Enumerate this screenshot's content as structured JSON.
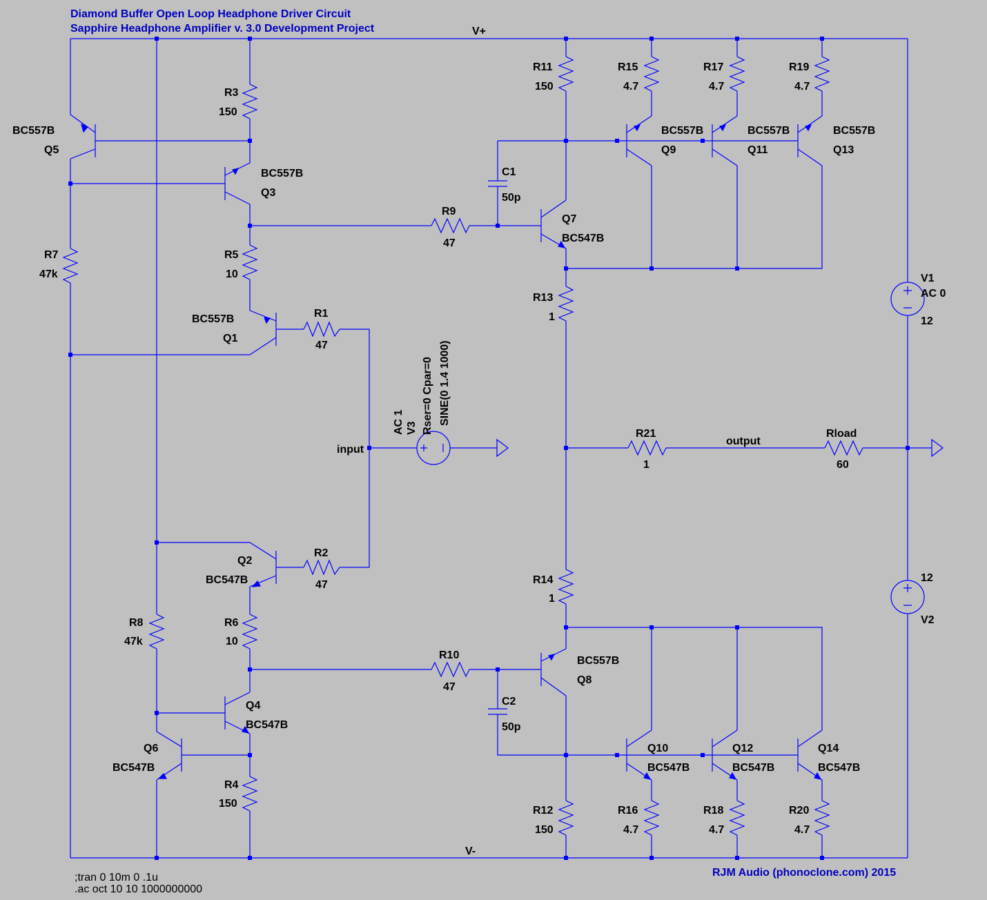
{
  "title": {
    "line1": "Diamond Buffer Open Loop Headphone Driver Circuit",
    "line2": "Sapphire Headphone Amplifier v. 3.0 Development Project"
  },
  "credit": "RJM Audio (phonoclone.com) 2015",
  "directives": {
    "tran": ";tran 0 10m 0 .1u",
    "ac": ".ac oct 10 10 1000000000"
  },
  "nets": {
    "vplus": "V+",
    "vminus": "V-",
    "input": "input",
    "output": "output"
  },
  "resistors": {
    "R1": {
      "name": "R1",
      "value": "47"
    },
    "R2": {
      "name": "R2",
      "value": "47"
    },
    "R3": {
      "name": "R3",
      "value": "150"
    },
    "R4": {
      "name": "R4",
      "value": "150"
    },
    "R5": {
      "name": "R5",
      "value": "10"
    },
    "R6": {
      "name": "R6",
      "value": "10"
    },
    "R7": {
      "name": "R7",
      "value": "47k"
    },
    "R8": {
      "name": "R8",
      "value": "47k"
    },
    "R9": {
      "name": "R9",
      "value": "47"
    },
    "R10": {
      "name": "R10",
      "value": "47"
    },
    "R11": {
      "name": "R11",
      "value": "150"
    },
    "R12": {
      "name": "R12",
      "value": "150"
    },
    "R13": {
      "name": "R13",
      "value": "1"
    },
    "R14": {
      "name": "R14",
      "value": "1"
    },
    "R15": {
      "name": "R15",
      "value": "4.7"
    },
    "R16": {
      "name": "R16",
      "value": "4.7"
    },
    "R17": {
      "name": "R17",
      "value": "4.7"
    },
    "R18": {
      "name": "R18",
      "value": "4.7"
    },
    "R19": {
      "name": "R19",
      "value": "4.7"
    },
    "R20": {
      "name": "R20",
      "value": "4.7"
    },
    "R21": {
      "name": "R21",
      "value": "1"
    },
    "Rload": {
      "name": "Rload",
      "value": "60"
    }
  },
  "capacitors": {
    "C1": {
      "name": "C1",
      "value": "50p"
    },
    "C2": {
      "name": "C2",
      "value": "50p"
    }
  },
  "transistors": {
    "Q1": {
      "name": "Q1",
      "model": "BC557B"
    },
    "Q2": {
      "name": "Q2",
      "model": "BC547B"
    },
    "Q3": {
      "name": "Q3",
      "model": "BC557B"
    },
    "Q4": {
      "name": "Q4",
      "model": "BC547B"
    },
    "Q5": {
      "name": "Q5",
      "model": "BC557B"
    },
    "Q6": {
      "name": "Q6",
      "model": "BC547B"
    },
    "Q7": {
      "name": "Q7",
      "model": "BC547B"
    },
    "Q8": {
      "name": "Q8",
      "model": "BC557B"
    },
    "Q9": {
      "name": "Q9",
      "model": "BC557B"
    },
    "Q10": {
      "name": "Q10",
      "model": "BC547B"
    },
    "Q11": {
      "name": "Q11",
      "model": "BC557B"
    },
    "Q12": {
      "name": "Q12",
      "model": "BC547B"
    },
    "Q13": {
      "name": "Q13",
      "model": "BC557B"
    },
    "Q14": {
      "name": "Q14",
      "model": "BC547B"
    }
  },
  "sources": {
    "V1": {
      "name": "V1",
      "ac": "AC 0",
      "value": "12"
    },
    "V2": {
      "name": "V2",
      "value": "12"
    },
    "V3": {
      "name": "V3",
      "ac": "AC 1",
      "params": "Rser=0 Cpar=0",
      "wave": "SINE(0 1.4 1000)"
    }
  }
}
